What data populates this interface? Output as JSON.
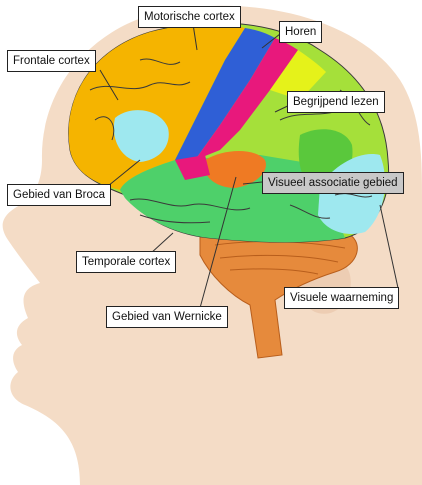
{
  "colors": {
    "skin": "#f4dcc6",
    "frontal": "#f5b400",
    "motor": "#2f5fd6",
    "sensory": "#e8187c",
    "hearing_top": "#e5f21a",
    "association": "#a5e03a",
    "temporal": "#4ed06a",
    "wernicke": "#ef7a23",
    "broca": "#9ee8ef",
    "visual": "#9ee8ef",
    "cerebellum": "#e68a3c",
    "connector": "#333333"
  },
  "labels": {
    "motorische_cortex": "Motorische cortex",
    "horen": "Horen",
    "frontale_cortex": "Frontale cortex",
    "begrijpend_lezen": "Begrijpend lezen",
    "visueel_associatie": "Visueel associatie gebied",
    "gebied_van_broca": "Gebied van Broca",
    "temporale_cortex": "Temporale cortex",
    "visuele_waarneming": "Visuele waarneming",
    "gebied_van_wernicke": "Gebied van Wernicke"
  }
}
